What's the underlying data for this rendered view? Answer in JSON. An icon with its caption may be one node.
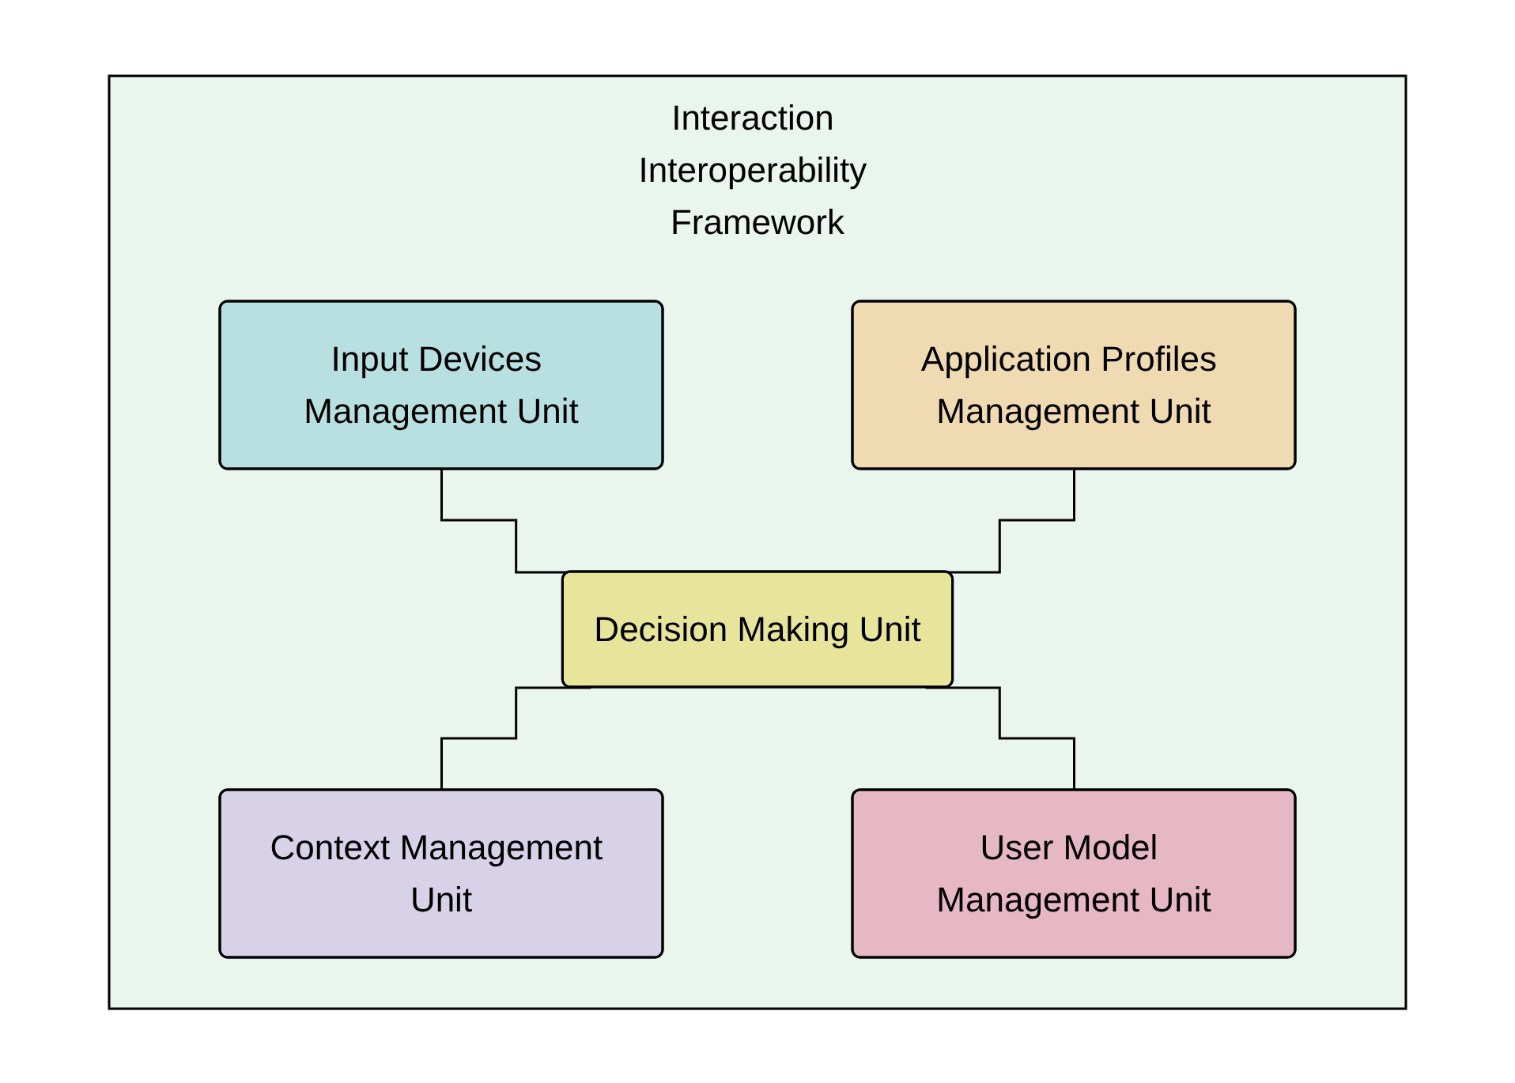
{
  "diagram": {
    "nodes": [
      {
        "text": [
          "Interaction Interoperability Framework"
        ]
      },
      {
        "text": [
          "Input Devices Management Unit"
        ],
        "in": 0
      },
      {
        "text": [
          "Application Profiles Management Unit"
        ],
        "in": 0
      },
      {
        "text": [
          "Decision Making Unit"
        ],
        "in": 0
      },
      {
        "text": [
          "Context Management Unit"
        ],
        "in": 0
      },
      {
        "text": [
          "User Model Management Unit"
        ],
        "in": 0
      }
    ],
    "edges": [
      {
        "from": 1,
        "to": 3,
        "arrow": "none"
      },
      {
        "from": 2,
        "to": 3,
        "arrow": "none"
      },
      {
        "from": 3,
        "to": 4,
        "arrow": "none"
      },
      {
        "from": 3,
        "to": 5,
        "arrow": "none"
      }
    ]
  }
}
